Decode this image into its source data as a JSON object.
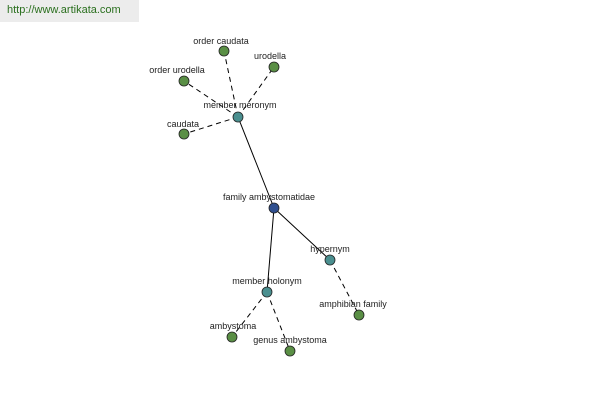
{
  "header": {
    "url": "http://www.artikata.com"
  },
  "colors": {
    "leaf": "#5a8f45",
    "relation": "#4a8f8f",
    "center": "#2f4f8f"
  },
  "graph": {
    "nodes": [
      {
        "id": "family-ambystomatidae",
        "label": "family ambystomatidae",
        "kind": "center"
      },
      {
        "id": "member-meronym",
        "label": "member meronym",
        "kind": "relation"
      },
      {
        "id": "hypernym",
        "label": "hypernym",
        "kind": "relation"
      },
      {
        "id": "member-holonym",
        "label": "member holonym",
        "kind": "relation"
      },
      {
        "id": "order-caudata",
        "label": "order caudata",
        "kind": "leaf"
      },
      {
        "id": "urodella",
        "label": "urodella",
        "kind": "leaf"
      },
      {
        "id": "order-urodella",
        "label": "order urodella",
        "kind": "leaf"
      },
      {
        "id": "caudata",
        "label": "caudata",
        "kind": "leaf"
      },
      {
        "id": "amphibian-family",
        "label": "amphibian family",
        "kind": "leaf"
      },
      {
        "id": "ambystoma",
        "label": "ambystoma",
        "kind": "leaf"
      },
      {
        "id": "genus-ambystoma",
        "label": "genus ambystoma",
        "kind": "leaf"
      }
    ],
    "edges": [
      {
        "from": "family-ambystomatidae",
        "to": "member-meronym",
        "style": "solid"
      },
      {
        "from": "family-ambystomatidae",
        "to": "hypernym",
        "style": "solid"
      },
      {
        "from": "family-ambystomatidae",
        "to": "member-holonym",
        "style": "solid"
      },
      {
        "from": "member-meronym",
        "to": "order-caudata",
        "style": "dashed"
      },
      {
        "from": "member-meronym",
        "to": "urodella",
        "style": "dashed"
      },
      {
        "from": "member-meronym",
        "to": "order-urodella",
        "style": "dashed"
      },
      {
        "from": "member-meronym",
        "to": "caudata",
        "style": "dashed"
      },
      {
        "from": "hypernym",
        "to": "amphibian-family",
        "style": "dashed"
      },
      {
        "from": "member-holonym",
        "to": "ambystoma",
        "style": "dashed"
      },
      {
        "from": "member-holonym",
        "to": "genus-ambystoma",
        "style": "dashed"
      }
    ]
  }
}
